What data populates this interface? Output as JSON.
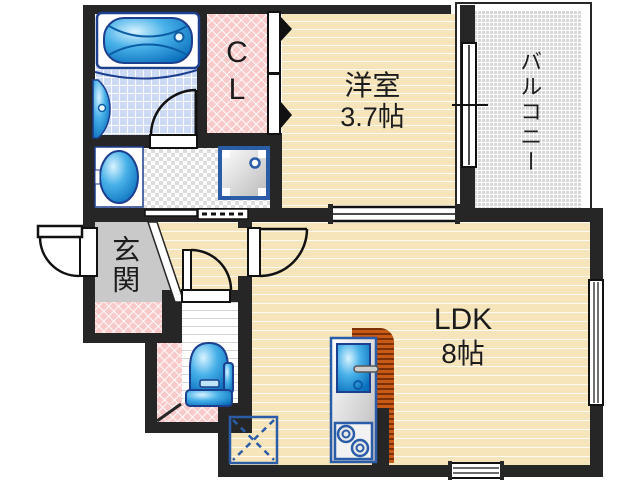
{
  "plan": {
    "rooms": {
      "closet": {
        "label": "CL"
      },
      "western_room": {
        "label": "洋室",
        "size": "3.7帖"
      },
      "balcony": {
        "label": "バルコニー"
      },
      "entrance": {
        "label": "玄関"
      },
      "ldk": {
        "label": "LDK",
        "size": "8帖"
      }
    },
    "fixtures": [
      "bathtub",
      "bathroom-counter",
      "washbasin",
      "washing-machine-pan",
      "toilet",
      "kitchen-sink",
      "gas-stove",
      "refrigerator-space"
    ],
    "colors": {
      "wall": "#262626",
      "wood_floor": "#f6e4bb",
      "tile_pink": "#f8caca",
      "bath_tile": "#ccdaf3",
      "balcony_gray": "#d7d7d7",
      "entrance_gray": "#c9c9c9",
      "fixture_blue": "#2196d9",
      "fixture_outline": "#1d3f8f",
      "kitchen_counter": "#c75a17",
      "appliance_border": "#2a5ca8"
    }
  }
}
